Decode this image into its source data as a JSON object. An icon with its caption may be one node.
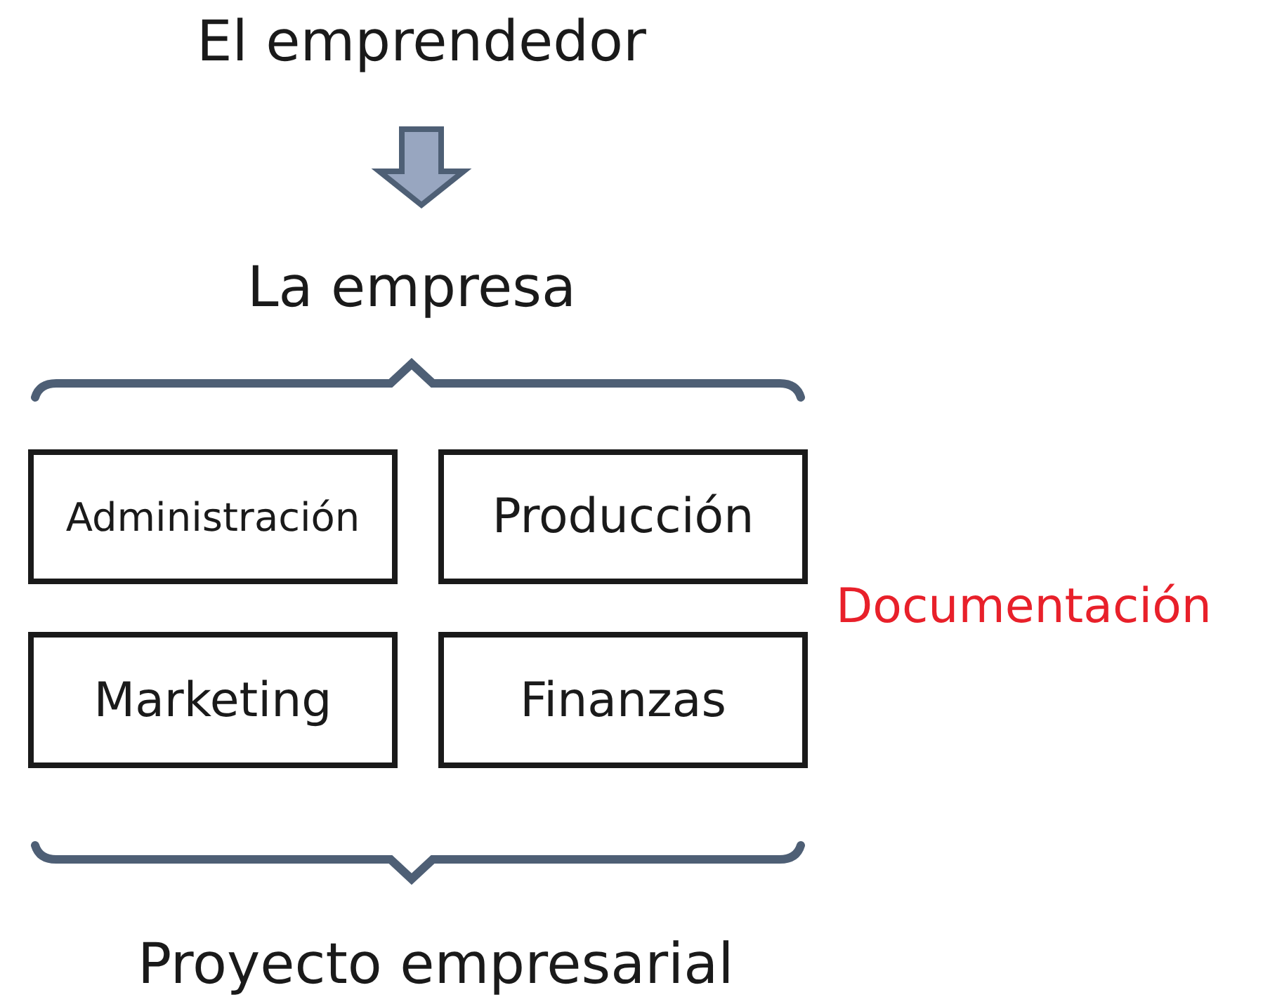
{
  "diagram": {
    "nodes": [
      {
        "text": [
          "El emprendedor"
        ]
      },
      {
        "text": [
          "La empresa"
        ]
      },
      {
        "text": [
          "Administración"
        ]
      },
      {
        "text": [
          "Producción"
        ]
      },
      {
        "text": [
          "Marketing"
        ]
      },
      {
        "text": [
          "Finanzas"
        ]
      }
    ],
    "edges": [
      {
        "from": 0,
        "to": 1,
        "arrow": "to"
      }
    ],
    "labels": [
      "Documentación",
      "Proyecto empresarial"
    ]
  }
}
